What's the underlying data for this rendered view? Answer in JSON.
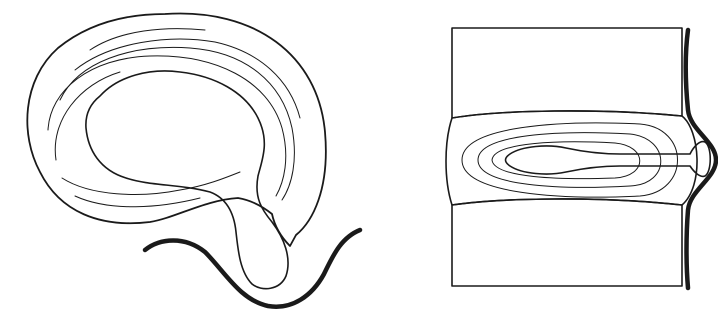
{
  "figure": {
    "panels": [
      {
        "id": "axial",
        "view": "axial-section",
        "depicts": [
          "intervertebral-disc",
          "annulus-fibrosus-lamellae",
          "nucleus-pulposus",
          "posterior-herniation",
          "spinal-canal-outline"
        ]
      },
      {
        "id": "sagittal",
        "view": "sagittal-section",
        "depicts": [
          "upper-vertebral-body",
          "lower-vertebral-body",
          "disc-lamellae",
          "nucleus-pulposus",
          "herniated-protrusion",
          "posterior-boundary"
        ]
      }
    ],
    "colors": {
      "disc_fill": "#dcecf7",
      "nucleus_fill": "#a9c8e8",
      "vertebra_fill": "#eeeeee",
      "outline": "#1a1a1a",
      "background": "#ffffff"
    }
  }
}
